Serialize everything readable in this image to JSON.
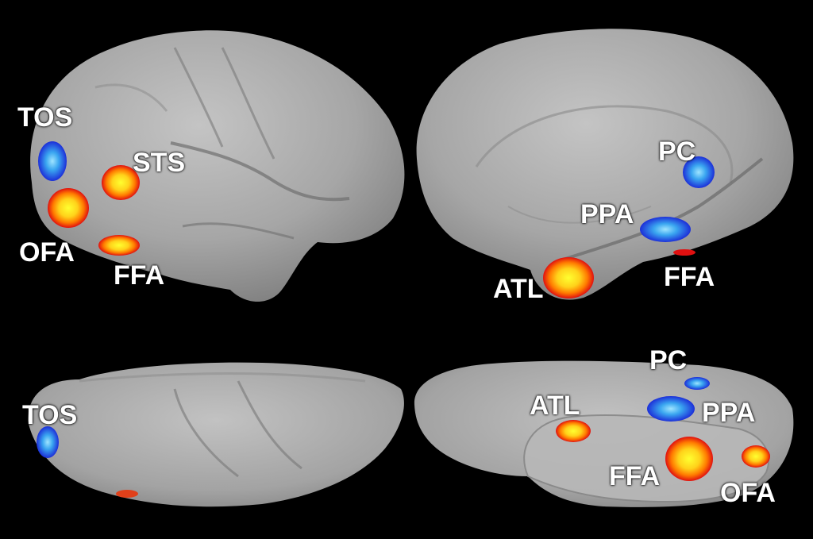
{
  "figure": {
    "background": "#000000",
    "surface_color": "#a8a8a8",
    "panels": [
      {
        "view": "lateral",
        "labels": [
          "TOS",
          "STS",
          "OFA",
          "FFA"
        ]
      },
      {
        "view": "medial",
        "labels": [
          "PC",
          "PPA",
          "ATL",
          "FFA"
        ]
      },
      {
        "view": "dorsal",
        "labels": [
          "TOS"
        ]
      },
      {
        "view": "ventral",
        "labels": [
          "PC",
          "ATL",
          "PPA",
          "FFA",
          "OFA"
        ]
      }
    ],
    "colors": {
      "face_selective_hot": "#ffee22",
      "face_selective_mid": "#ff7a00",
      "face_selective_edge": "#e01010",
      "scene_selective_core": "#7fd6ff",
      "scene_selective_edge": "#1c2fd8"
    }
  },
  "labels": {
    "lateral_tos": "TOS",
    "lateral_sts": "STS",
    "lateral_ofa": "OFA",
    "lateral_ffa": "FFA",
    "medial_pc": "PC",
    "medial_ppa": "PPA",
    "medial_atl": "ATL",
    "medial_ffa": "FFA",
    "dorsal_tos": "TOS",
    "ventral_pc": "PC",
    "ventral_atl": "ATL",
    "ventral_ppa": "PPA",
    "ventral_ffa": "FFA",
    "ventral_ofa": "OFA"
  }
}
